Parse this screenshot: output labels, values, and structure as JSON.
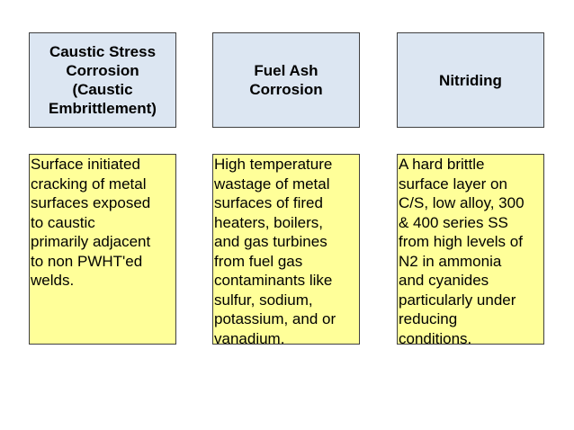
{
  "columns": [
    {
      "header": "Caustic Stress\nCorrosion\n(Caustic\nEmbrittlement)",
      "description": "Surface initiated\ncracking of metal\nsurfaces exposed\nto caustic\nprimarily adjacent\nto non PWHT'ed\nwelds."
    },
    {
      "header": "Fuel Ash\nCorrosion",
      "description": "High temperature\nwastage of metal\nsurfaces of fired\nheaters, boilers,\nand gas turbines\nfrom fuel gas\ncontaminants like\nsulfur, sodium,\npotassium, and or\nvanadium."
    },
    {
      "header": "Nitriding",
      "description": "A hard brittle\nsurface layer on\nC/S, low alloy, 300\n& 400 series SS\nfrom high levels of\nN2 in ammonia\nand cyanides\nparticularly under\nreducing\nconditions."
    }
  ],
  "colors": {
    "header_fill": "#dce6f2",
    "body_fill": "#ffff99",
    "border": "#404040"
  }
}
